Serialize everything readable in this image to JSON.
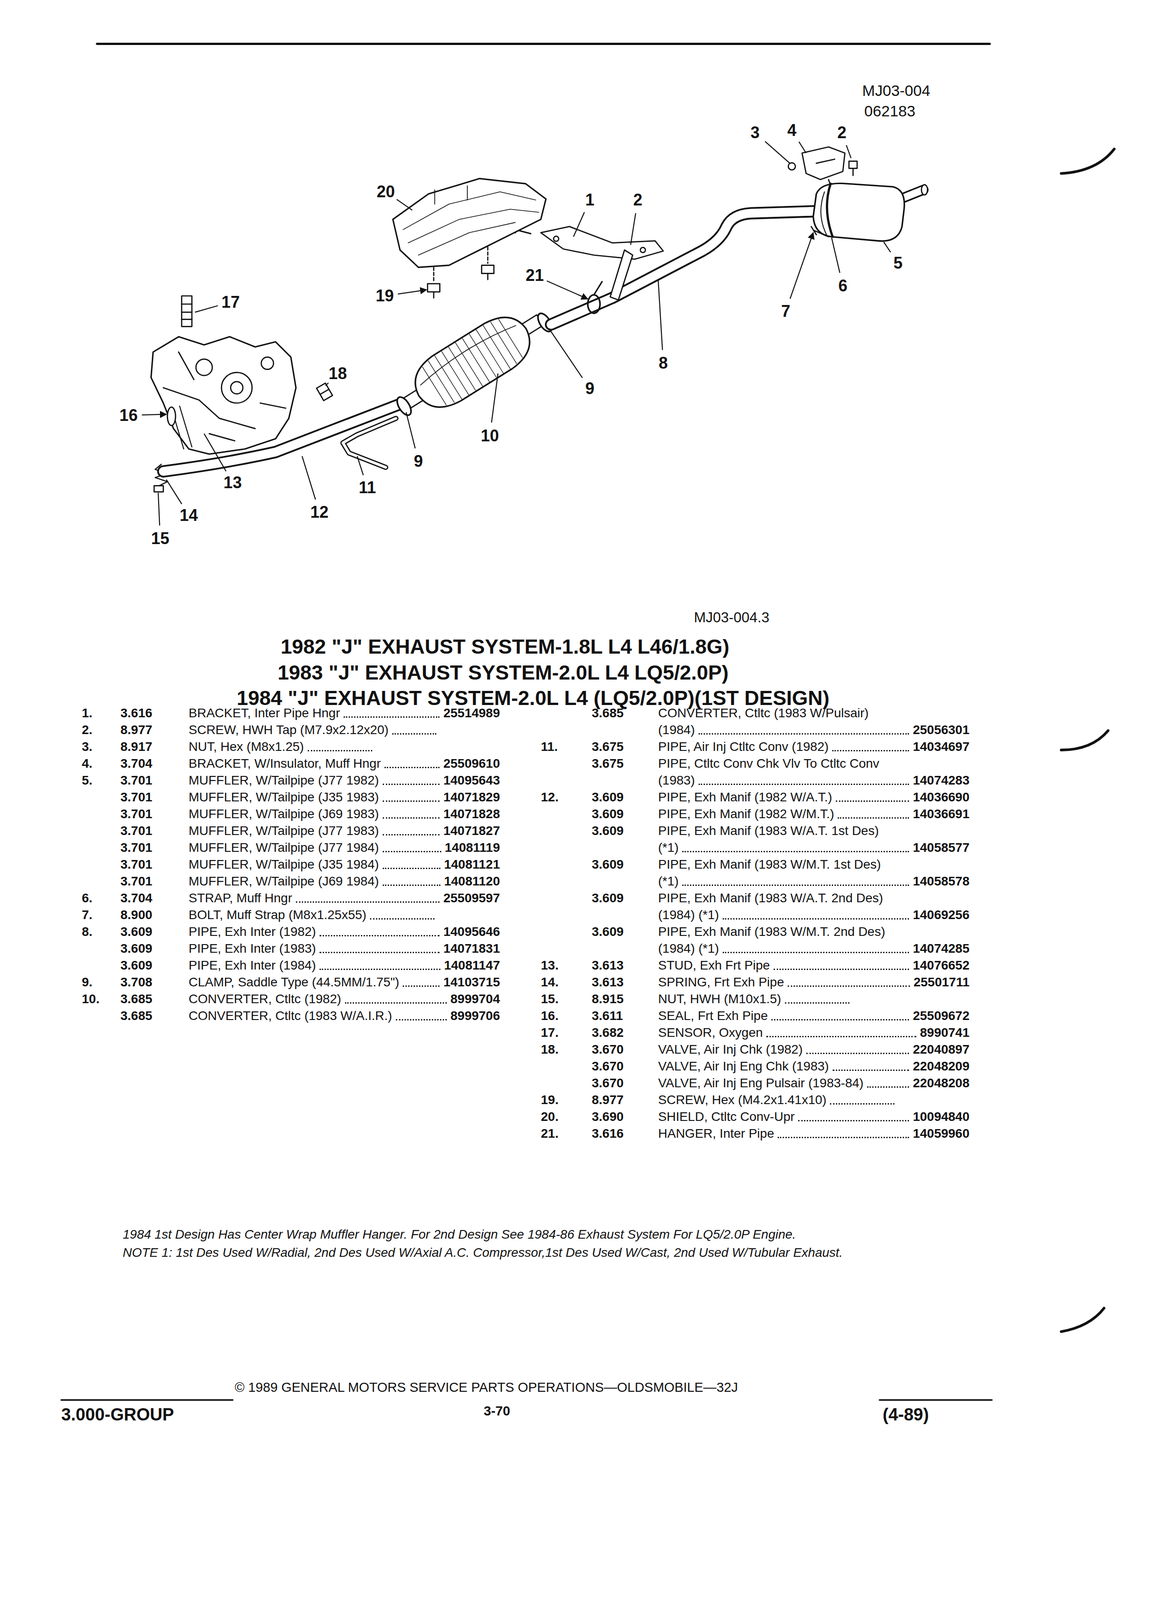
{
  "diagram": {
    "labels": [
      "MJ03-004",
      "062183",
      "3",
      "4",
      "2",
      "20",
      "1",
      "2",
      "21",
      "19",
      "17",
      "18",
      "16",
      "13",
      "14",
      "15",
      "12",
      "11",
      "9",
      "10",
      "9",
      "8",
      "7",
      "6",
      "5",
      "MJ03-004.3",
      "1982 \"J\" EXHAUST SYSTEM-1.8L L4 L46/1.8G)",
      "1983 \"J\" EXHAUST SYSTEM-2.0L L4 LQ5/2.0P)",
      "1984 \"J\" EXHAUST SYSTEM-2.0L L4 (LQ5/2.0P)(1ST DESIGN)",
      "1.",
      "3.616",
      "BRACKET, Inter Pipe Hngr",
      "25514989",
      "2.",
      "8.977",
      "SCREW, HWH Tap (M7.9x2.12x20)",
      "3.",
      "8.917",
      "NUT, Hex (M8x1.25)",
      "4.",
      "3.704",
      "BRACKET, W/Insulator, Muff Hngr",
      "25509610",
      "5.",
      "3.701",
      "MUFFLER, W/Tailpipe (J77 1982)",
      "14095643",
      "3.701",
      "MUFFLER, W/Tailpipe (J35 1983)",
      "14071829",
      "3.701",
      "MUFFLER, W/Tailpipe (J69 1983)",
      "14071828",
      "3.701",
      "MUFFLER, W/Tailpipe (J77 1983)",
      "14071827",
      "3.701",
      "MUFFLER, W/Tailpipe (J77 1984)",
      "14081119",
      "3.701",
      "MUFFLER, W/Tailpipe (J35 1984)",
      "14081121",
      "3.701",
      "MUFFLER, W/Tailpipe (J69 1984)",
      "14081120",
      "6.",
      "3.704",
      "STRAP, Muff Hngr",
      "25509597",
      "7.",
      "8.900",
      "BOLT, Muff Strap (M8x1.25x55)",
      "8.",
      "3.609",
      "PIPE, Exh Inter (1982)",
      "14095646",
      "3.609",
      "PIPE, Exh Inter (1983)",
      "14071831",
      "3.609",
      "PIPE, Exh Inter (1984)",
      "14081147",
      "9.",
      "3.708",
      "CLAMP, Saddle Type (44.5MM/1.75\")",
      "14103715",
      "10.",
      "3.685",
      "CONVERTER, Ctltc (1982)",
      "8999704",
      "3.685",
      "CONVERTER, Ctltc (1983 W/A.I.R.)",
      "8999706",
      "3.685",
      "CONVERTER, Ctltc (1983 W/Pulsair) (1984)",
      "25056301",
      "11.",
      "3.675",
      "PIPE, Air Inj Ctltc Conv (1982)",
      "14034697",
      "3.675",
      "PIPE, Ctltc Conv Chk Vlv To Ctltc Conv (1983)",
      "14074283",
      "12.",
      "3.609",
      "PIPE, Exh Manif (1982 W/A.T.)",
      "14036690",
      "3.609",
      "PIPE, Exh Manif (1982 W/M.T.)",
      "14036691",
      "3.609",
      "PIPE, Exh Manif (1983 W/A.T. 1st Des) (*1)",
      "14058577",
      "3.609",
      "PIPE, Exh Manif (1983 W/M.T. 1st Des) (*1)",
      "14058578",
      "3.609",
      "PIPE, Exh Manif (1983 W/A.T. 2nd Des) (1984) (*1)",
      "14069256",
      "3.609",
      "PIPE, Exh Manif (1983 W/M.T. 2nd Des) (1984) (*1)",
      "14074285",
      "13.",
      "3.613",
      "STUD, Exh Frt Pipe",
      "14076652",
      "14.",
      "3.613",
      "SPRING, Frt Exh Pipe",
      "25501711",
      "15.",
      "8.915",
      "NUT, HWH (M10x1.5)",
      "16.",
      "3.611",
      "SEAL, Frt Exh Pipe",
      "25509672",
      "17.",
      "3.682",
      "SENSOR, Oxygen",
      "8990741",
      "18.",
      "3.670",
      "VALVE, Air Inj Chk (1982)",
      "22040897",
      "3.670",
      "VALVE, Air Inj Eng Chk (1983)",
      "22048209",
      "3.670",
      "VALVE, Air Inj Eng Pulsair (1983-84)",
      "22048208",
      "19.",
      "8.977",
      "SCREW, Hex (M4.2x1.41x10)",
      "20.",
      "3.690",
      "SHIELD, Ctltc Conv-Upr",
      "10094840",
      "21.",
      "3.616",
      "HANGER, Inter Pipe",
      "14059960",
      "1984 1st Design Has Center Wrap Muffler Hanger. For 2nd Design See 1984-86 Exhaust System For LQ5/2.0P Engine.",
      "NOTE 1: 1st Des Used W/Radial, 2nd Des Used W/Axial A.C. Compressor,1st Des Used W/Cast, 2nd Used W/Tubular Exhaust.",
      "© 1989 GENERAL MOTORS SERVICE PARTS OPERATIONS—OLDSMOBILE—32J",
      "3-70",
      "3.000-GROUP",
      "(4-89)"
    ]
  }
}
